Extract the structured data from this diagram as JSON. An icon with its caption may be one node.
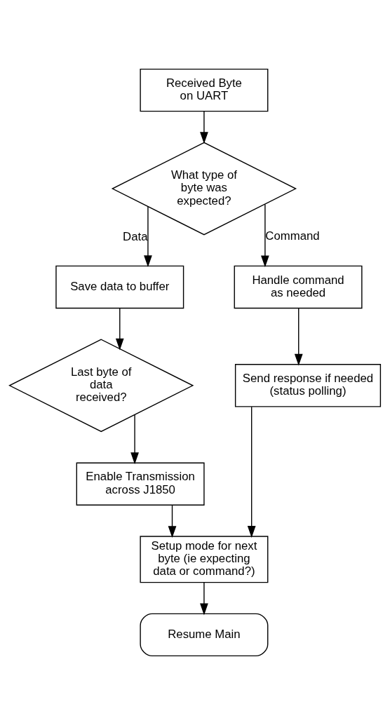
{
  "diagram": {
    "nodes": [
      {
        "text": [
          "Received Byte on UART"
        ]
      },
      {
        "text": [
          "What type of byte was expected?"
        ]
      },
      {
        "text": [
          "Save data to buffer"
        ]
      },
      {
        "text": [
          "Last byte of data received?"
        ]
      },
      {
        "text": [
          "Enable Transmission across J1850"
        ]
      },
      {
        "text": [
          "Handle command as needed"
        ]
      },
      {
        "text": [
          "Send response if needed (status polling)"
        ]
      },
      {
        "text": [
          "Setup mode for next byte (ie expecting data or command?)"
        ]
      },
      {
        "text": [
          "Resume Main"
        ]
      }
    ],
    "edges": [
      {
        "from": 0,
        "to": 1,
        "arrow": "to"
      },
      {
        "from": 1,
        "to": 2,
        "label": "Data",
        "arrow": "to"
      },
      {
        "from": 1,
        "to": 5,
        "label": "Command",
        "arrow": "to"
      },
      {
        "from": 2,
        "to": 3,
        "arrow": "to"
      },
      {
        "from": 3,
        "to": 4,
        "arrow": "to"
      },
      {
        "from": 5,
        "to": 6,
        "arrow": "to"
      },
      {
        "from": 4,
        "to": 7,
        "arrow": "to"
      },
      {
        "from": 6,
        "to": 7,
        "arrow": "to"
      },
      {
        "from": 7,
        "to": 8,
        "arrow": "to"
      }
    ]
  }
}
